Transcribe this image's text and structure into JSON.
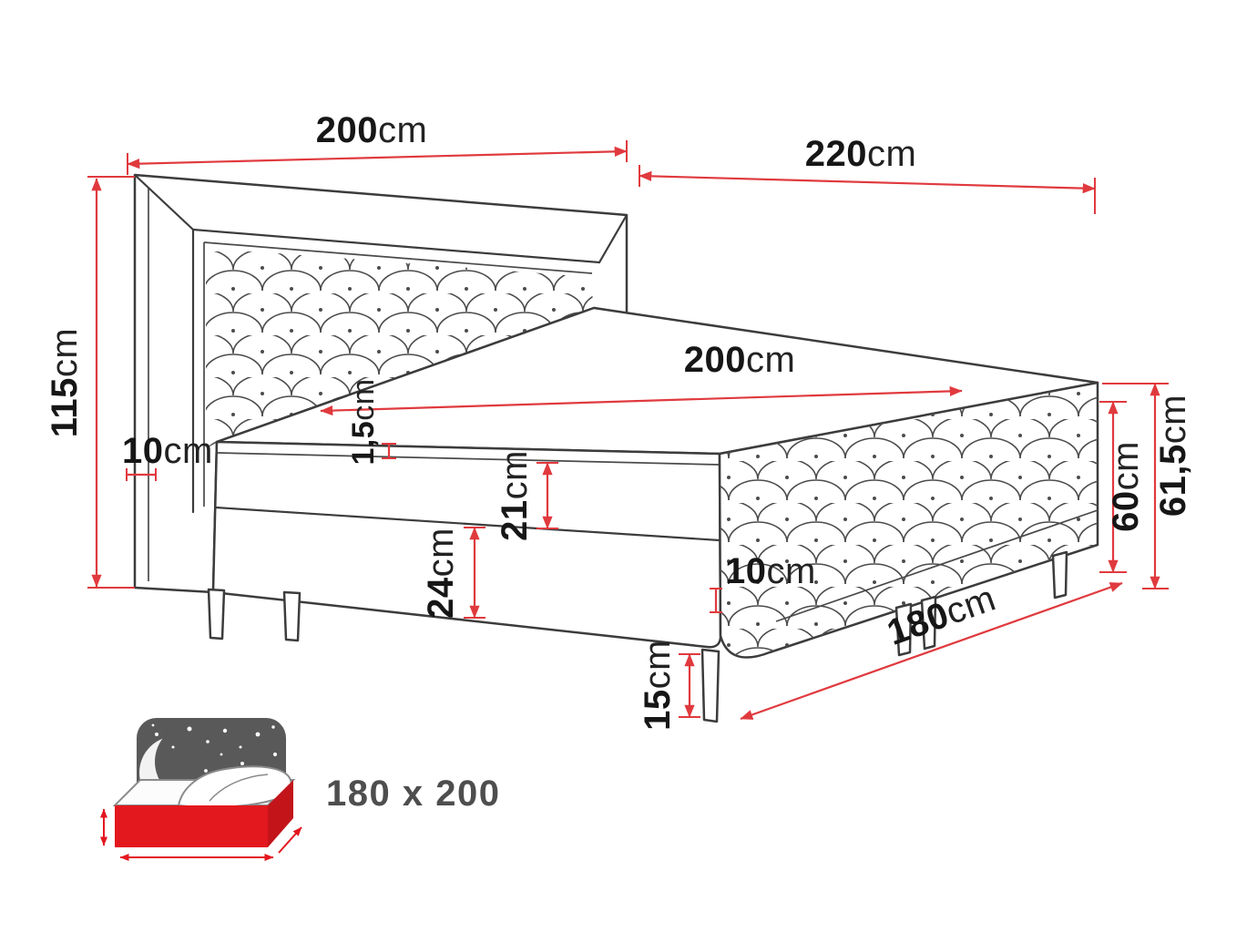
{
  "diagram": {
    "type": "bed-dimension-drawing",
    "dims": {
      "headboard_width": {
        "value": "200",
        "unit": "cm"
      },
      "total_length": {
        "value": "220",
        "unit": "cm"
      },
      "headboard_height": {
        "value": "115",
        "unit": "cm"
      },
      "headboard_depth": {
        "value": "10",
        "unit": "cm"
      },
      "mattress_length": {
        "value": "200",
        "unit": "cm"
      },
      "mattress_top_edge": {
        "value": "1,5",
        "unit": "cm"
      },
      "mattress_thickness": {
        "value": "21",
        "unit": "cm"
      },
      "base_height": {
        "value": "24",
        "unit": "cm"
      },
      "bottom_rail": {
        "value": "10",
        "unit": "cm"
      },
      "leg_height": {
        "value": "15",
        "unit": "cm"
      },
      "bed_width": {
        "value": "180",
        "unit": "cm"
      },
      "side_height": {
        "value": "60",
        "unit": "cm"
      },
      "total_side_height": {
        "value": "61,5",
        "unit": "cm"
      }
    },
    "badge": {
      "icon": "bed-size-icon",
      "size_label": "180 x 200"
    },
    "colors": {
      "dimension_red": "#e03a3e",
      "outline_dark": "#3c3c3c",
      "badge_red": "#e3171e",
      "badge_headboard_gray": "#595959",
      "label_black": "#161616",
      "badge_text_gray": "#4e4e4e"
    }
  }
}
